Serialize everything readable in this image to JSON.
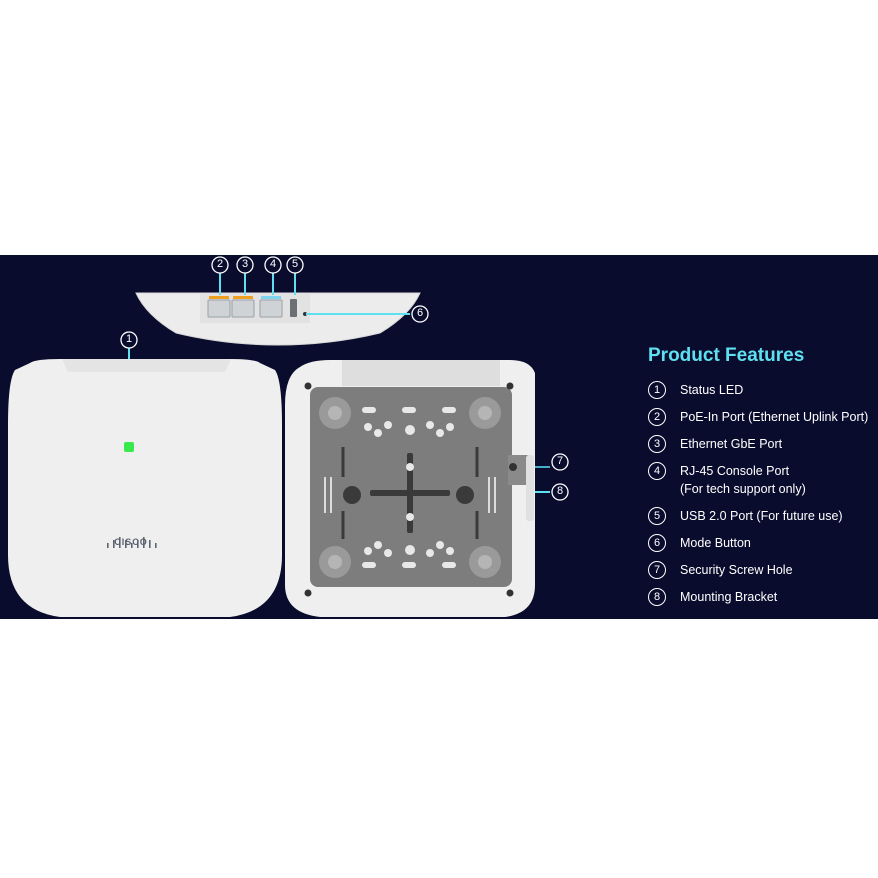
{
  "features": {
    "title": "Product Features",
    "items": [
      {
        "num": "1",
        "label": "Status LED"
      },
      {
        "num": "2",
        "label": "PoE-In Port (Ethernet Uplink Port)"
      },
      {
        "num": "3",
        "label": "Ethernet GbE Port"
      },
      {
        "num": "4",
        "label": "RJ-45 Console Port",
        "sublabel": "(For tech support only)"
      },
      {
        "num": "5",
        "label": "USB 2.0 Port (For future use)"
      },
      {
        "num": "6",
        "label": "Mode Button"
      },
      {
        "num": "7",
        "label": "Security Screw Hole"
      },
      {
        "num": "8",
        "label": "Mounting Bracket"
      }
    ]
  },
  "callouts": [
    "1",
    "2",
    "3",
    "4",
    "5",
    "6",
    "7",
    "8"
  ],
  "logo": {
    "text": "CISCO"
  },
  "colors": {
    "banner_bg": "#0a0c2e",
    "accent": "#5ee0f0",
    "led": "#39e84a",
    "device": "#eeeeee"
  }
}
